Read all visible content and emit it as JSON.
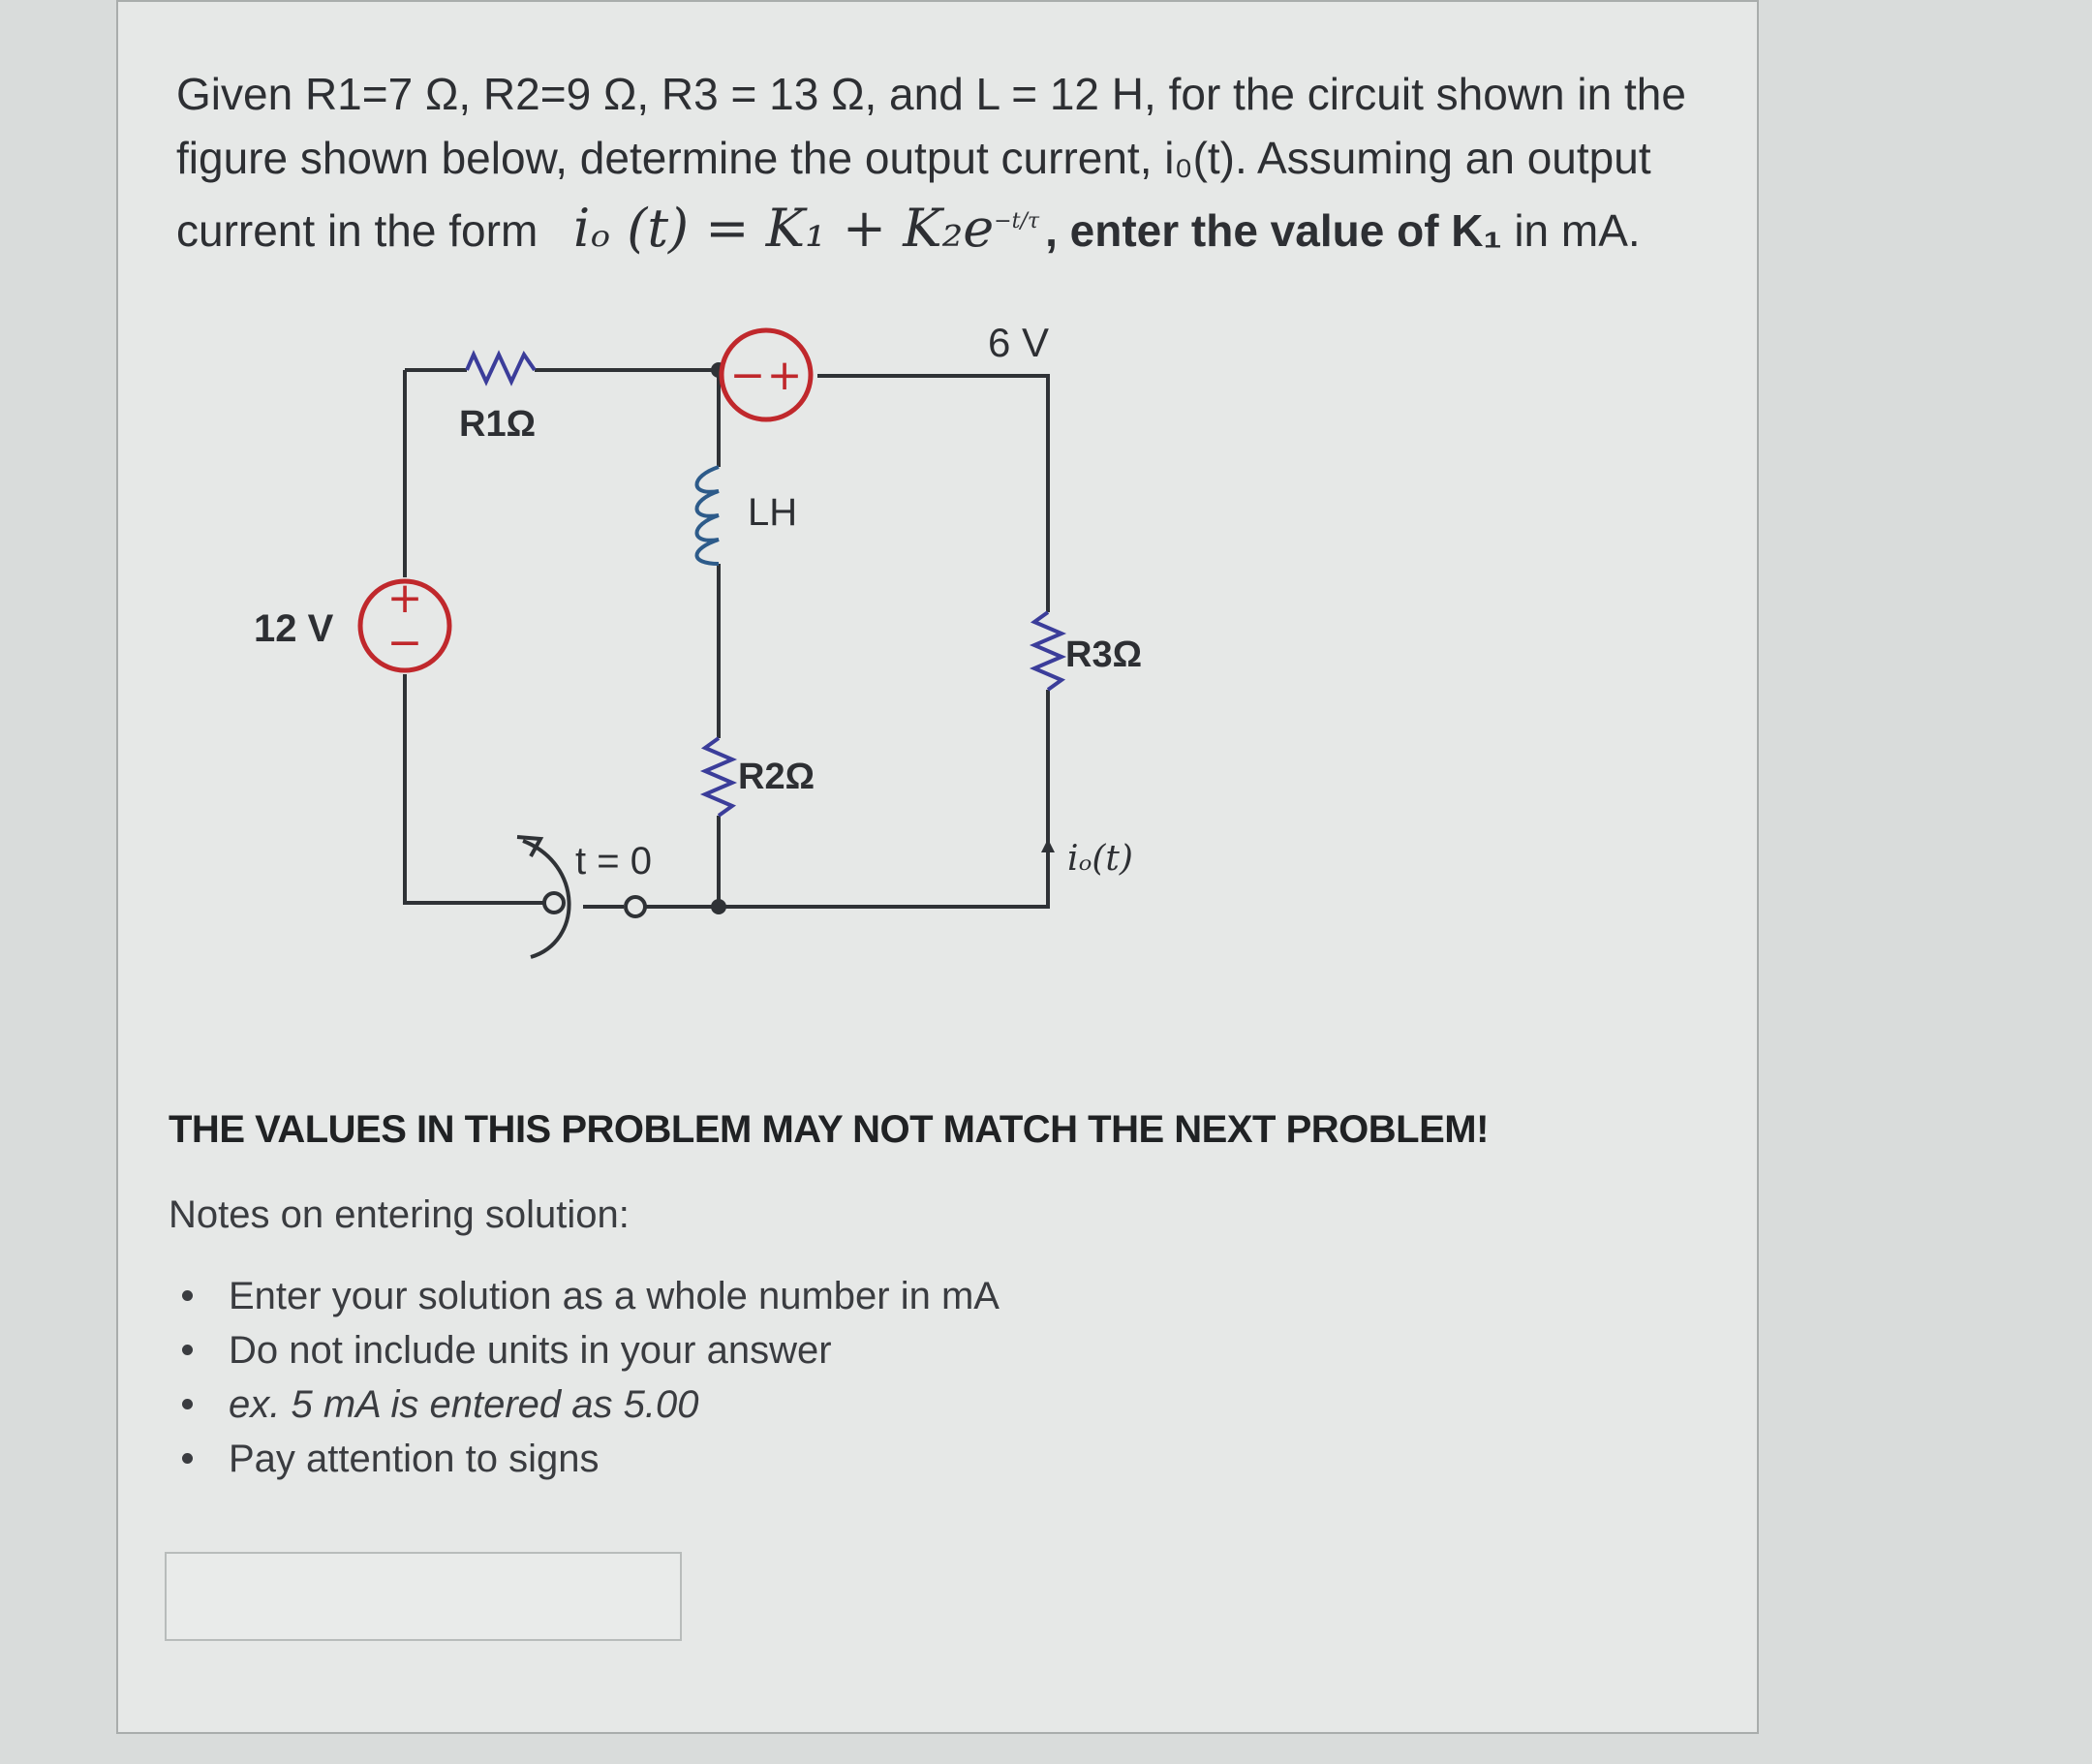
{
  "question": {
    "line1": "Given R1=7 Ω, R2=9 Ω, R3 = 13 Ω, and L = 12 H, for the circuit shown in the",
    "line2": "figure shown below, determine the output current, i₀(t). Assuming an output",
    "line3_prefix": "current in the form",
    "formula_main": "iₒ (t) = K₁ + K₂e",
    "formula_exponent": "−t/τ",
    "line3_bold": ", enter the value of K₁",
    "line3_suffix": " in mA."
  },
  "circuit": {
    "label_6v": "6 V",
    "label_12v": "12 V",
    "label_r1": "R1Ω",
    "label_l": "LH",
    "label_r2": "R2Ω",
    "label_r3": "R3Ω",
    "label_switch": "t = 0",
    "label_io": "iₒ(t)",
    "plus": "+",
    "minus": "−",
    "colors": {
      "wire": "#2f3236",
      "source": "#c0282c",
      "resistor": "#3b3d9a",
      "inductor": "#2d5b8a"
    }
  },
  "warning": "THE VALUES IN THIS PROBLEM MAY NOT MATCH THE NEXT PROBLEM!",
  "notes_title": "Notes on entering solution:",
  "notes": [
    "Enter your solution as a whole number in mA",
    "Do not include units in your answer",
    "ex. 5 mA is entered as 5.00",
    "Pay attention to signs"
  ],
  "answer": {
    "value": "",
    "placeholder": ""
  }
}
